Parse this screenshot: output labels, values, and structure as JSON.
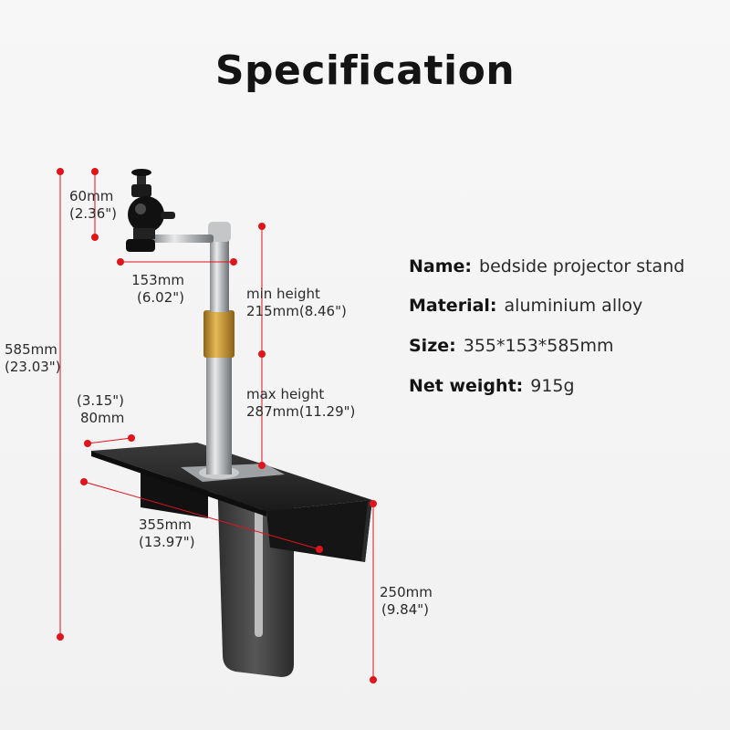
{
  "title": "Specification",
  "dimensions": {
    "top_mount": {
      "mm": "60mm",
      "inch": "(2.36\")"
    },
    "arm": {
      "mm": "153mm",
      "inch": "(6.02\")"
    },
    "total_height": {
      "mm": "585mm",
      "inch": "(23.03\")"
    },
    "min_height": {
      "label": "min height",
      "value": "215mm(8.46\")"
    },
    "max_height": {
      "label": "max height",
      "value": "287mm(11.29\")"
    },
    "plate_depth": {
      "inch": "(3.15\")",
      "mm": "80mm"
    },
    "plate_width": {
      "mm": "355mm",
      "inch": "(13.97\")"
    },
    "bracket_height": {
      "mm": "250mm",
      "inch": "(9.84\")"
    }
  },
  "specs": [
    {
      "key": "Name:",
      "value": "bedside projector stand"
    },
    {
      "key": "Material:",
      "value": "aluminium alloy"
    },
    {
      "key": "Size:",
      "value": "355*153*585mm"
    },
    {
      "key": "Net weight:",
      "value": "915g"
    }
  ],
  "colors": {
    "dimension_marker": "#e0141b",
    "brass_collar": "#c9962e",
    "plate": "#1c1c1c"
  }
}
